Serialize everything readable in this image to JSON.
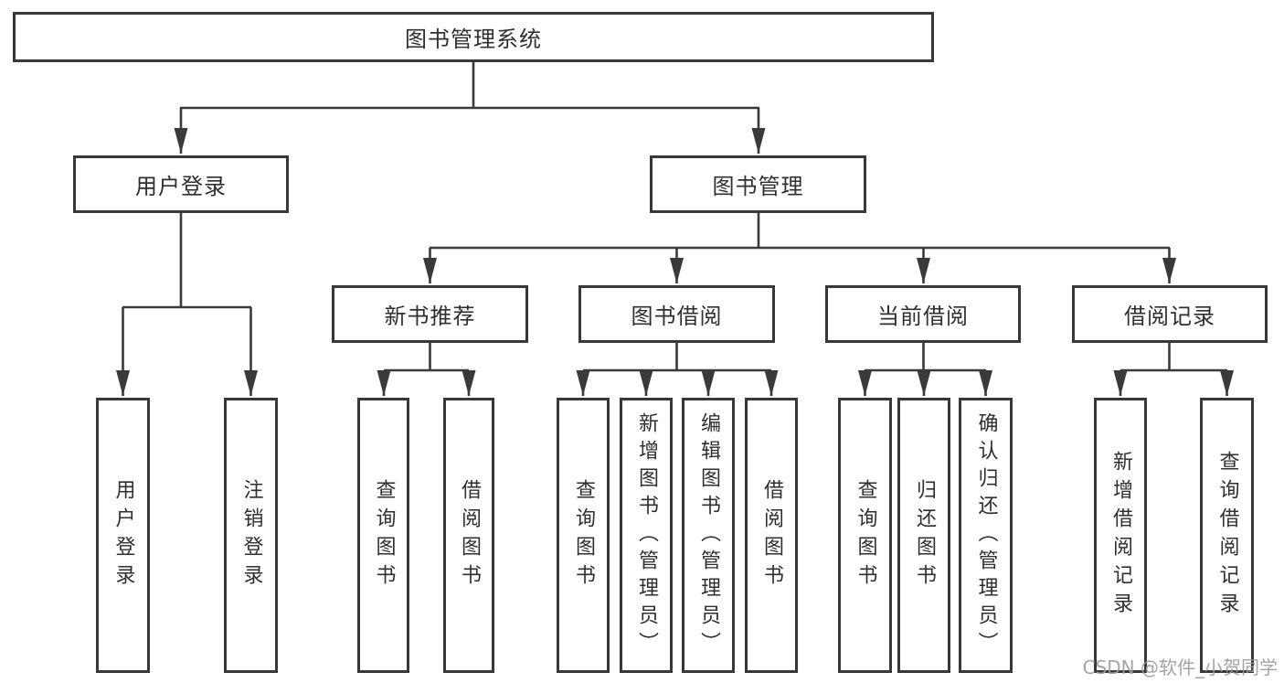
{
  "diagram_type": "hierarchy-tree",
  "colors": {
    "line": "#3a3a3a",
    "node_border": "#383838",
    "text": "#2f2f2f",
    "watermark": "#9c9c9c",
    "background": "#ffffff"
  },
  "tree": {
    "label": "图书管理系统",
    "children": [
      {
        "label": "用户登录",
        "children": [
          {
            "label": "用户登录"
          },
          {
            "label": "注销登录"
          }
        ]
      },
      {
        "label": "图书管理",
        "children": [
          {
            "label": "新书推荐",
            "children": [
              {
                "label": "查询图书"
              },
              {
                "label": "借阅图书"
              }
            ]
          },
          {
            "label": "图书借阅",
            "children": [
              {
                "label": "查询图书"
              },
              {
                "label": "新增图书（管理员）"
              },
              {
                "label": "编辑图书（管理员）"
              },
              {
                "label": "借阅图书"
              }
            ]
          },
          {
            "label": "当前借阅",
            "children": [
              {
                "label": "查询图书"
              },
              {
                "label": "归还图书"
              },
              {
                "label": "确认归还（管理员）"
              }
            ]
          },
          {
            "label": "借阅记录",
            "children": [
              {
                "label": "新增借阅记录"
              },
              {
                "label": "查询借阅记录"
              }
            ]
          }
        ]
      }
    ]
  },
  "watermark": {
    "text": "CSDN @软件_小贺同学"
  }
}
